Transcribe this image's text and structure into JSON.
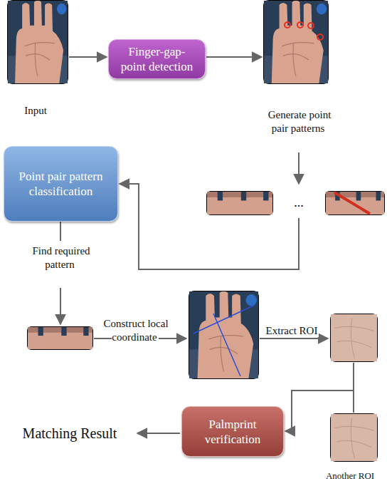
{
  "diagram": {
    "nodes": [
      {
        "text": [
          "Finger-gap-point detection"
        ]
      },
      {
        "text": [
          "Point pair pattern classification"
        ]
      },
      {
        "text": [
          "Palmprint verification"
        ]
      }
    ],
    "labels": [
      "Input",
      "Generate point pair patterns",
      "...",
      "Find required pattern",
      "Construct local coordinate",
      "Extract ROI",
      "Matching Result",
      "Another ROI"
    ]
  }
}
